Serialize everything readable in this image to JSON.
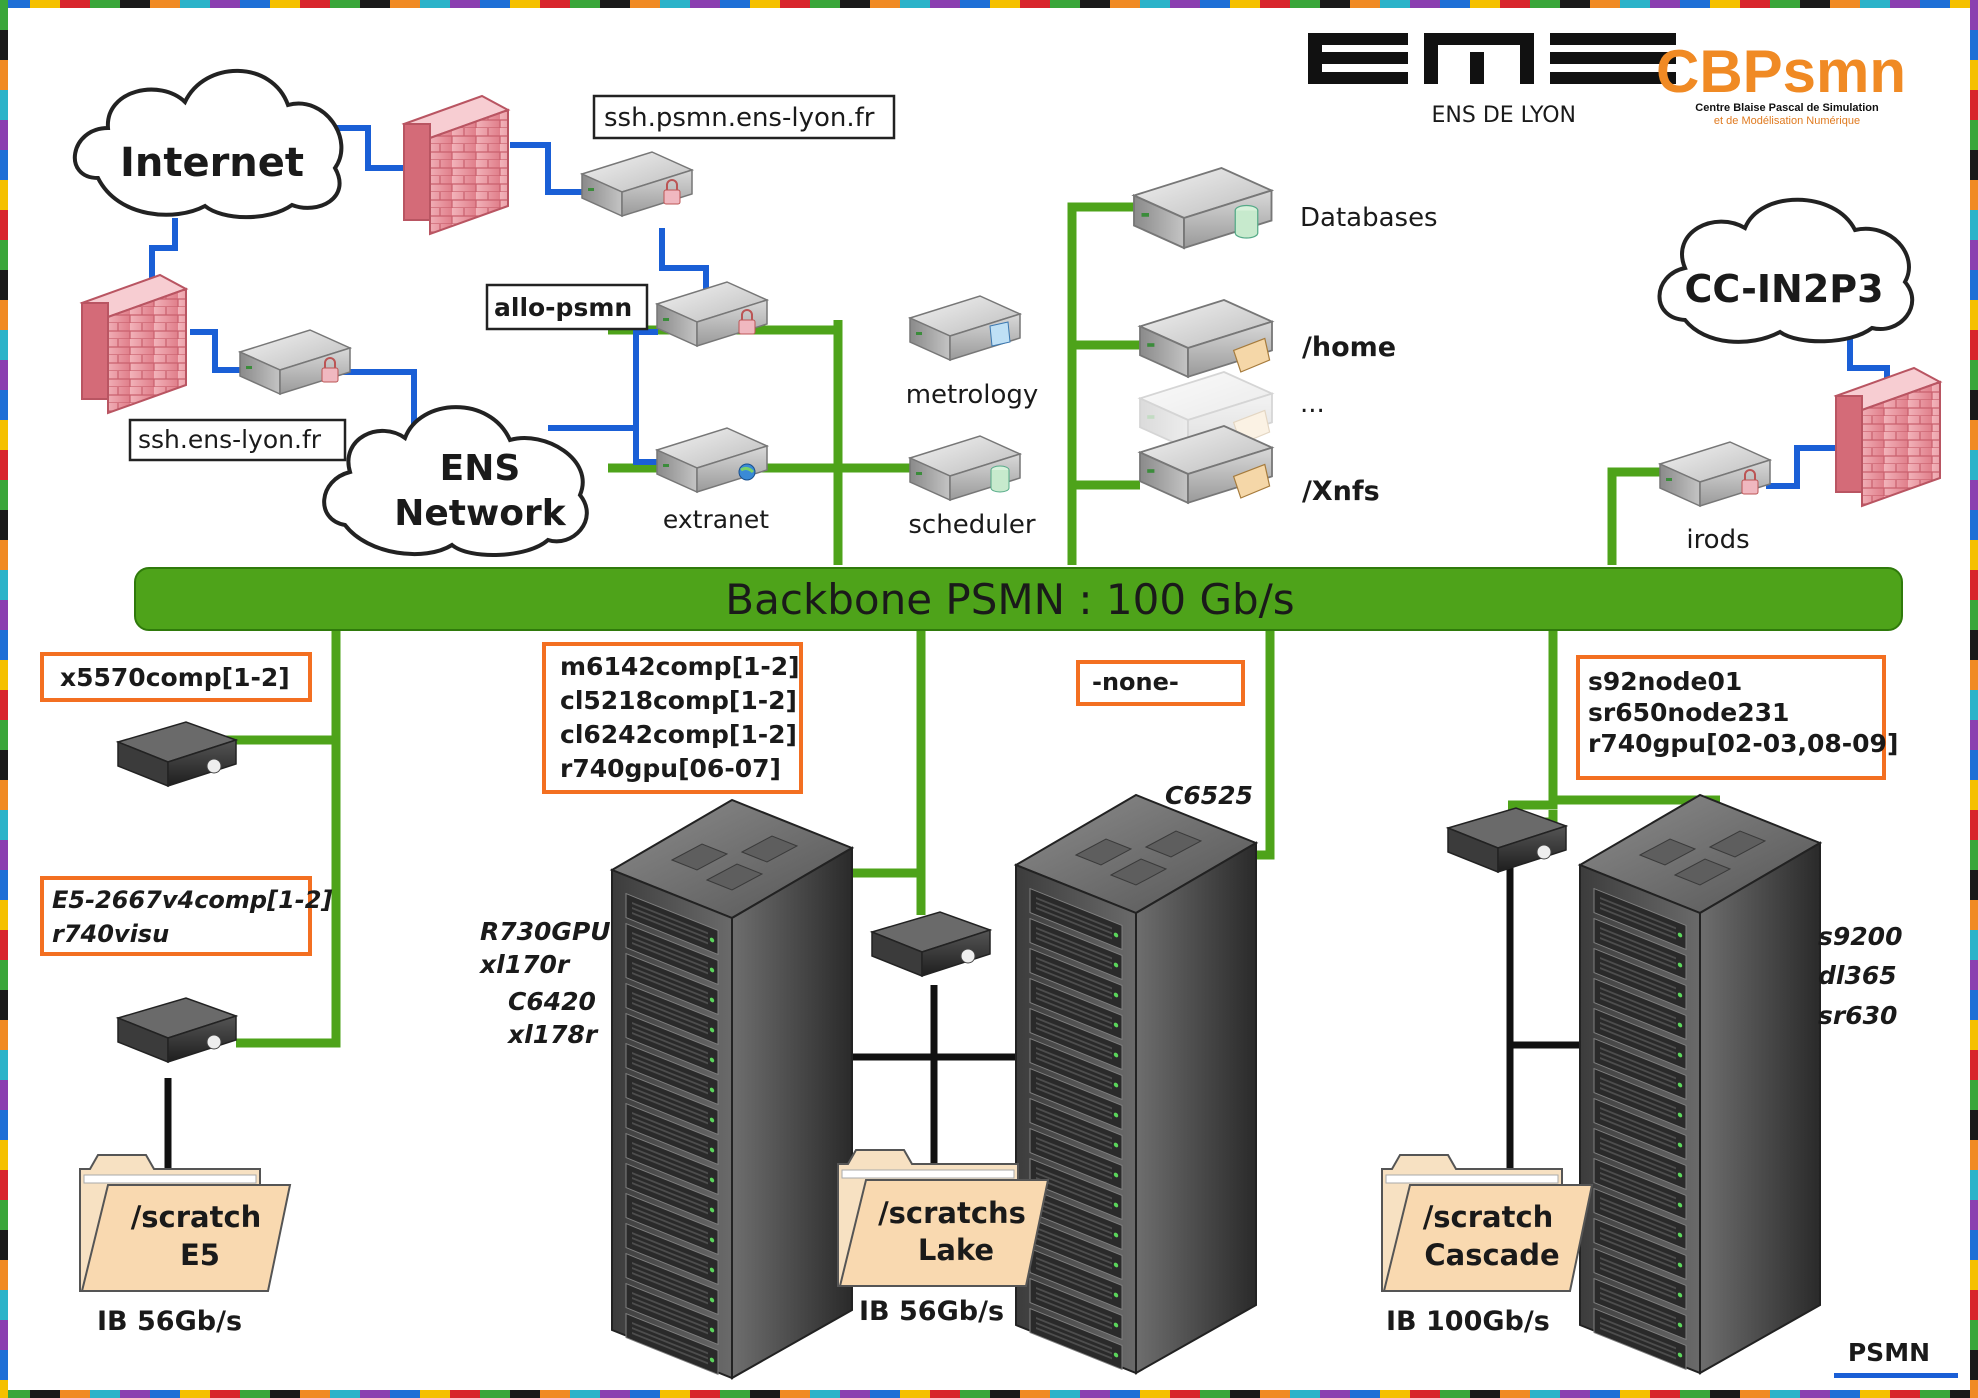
{
  "header": {
    "ens_logo_text": "ENS DE LYON",
    "cbp_logo_text": "CBPsmn",
    "cbp_subtitle_line1": "Centre Blaise Pascal de Simulation",
    "cbp_subtitle_line2": "et de Modélisation Numérique"
  },
  "clouds": {
    "internet": "Internet",
    "ens_network_line1": "ENS",
    "ens_network_line2": "Network",
    "cc_in2p3": "CC-IN2P3"
  },
  "hosts": {
    "ssh_psmn": "ssh.psmn.ens-lyon.fr",
    "ssh_ens": "ssh.ens-lyon.fr",
    "allo_psmn": "allo-psmn",
    "extranet": "extranet",
    "metrology": "metrology",
    "scheduler": "scheduler",
    "databases": "Databases",
    "home": "/home",
    "ellipsis": "...",
    "xnfs": "/Xnfs",
    "irods": "irods"
  },
  "backbone": {
    "label": "Backbone PSMN : 100 Gb/s"
  },
  "clusters": {
    "e5": {
      "login_box": "x5570comp[1-2]",
      "compute_box_line1": "E5-2667v4comp[1-2]",
      "compute_box_line2": "r740visu",
      "scratch_line1": "/scratch",
      "scratch_line2": "E5",
      "ib": "IB 56Gb/s"
    },
    "lake": {
      "login_lines": [
        "m6142comp[1-2]",
        "cl5218comp[1-2]",
        "cl6242comp[1-2]",
        "r740gpu[06-07]"
      ],
      "rack_labels": [
        "R730GPU",
        "xl170r",
        "C6420",
        "xl178r"
      ],
      "scratch_line1": "/scratchs",
      "scratch_line2": "Lake",
      "ib": "IB 56Gb/s"
    },
    "c6525": {
      "login_box": "-none-",
      "rack_label": "C6525"
    },
    "cascade": {
      "login_lines": [
        "s92node01",
        "sr650node231",
        "r740gpu[02-03,08-09]"
      ],
      "rack_labels": [
        "s9200",
        "dl365",
        "sr630"
      ],
      "scratch_line1": "/scratch",
      "scratch_line2": "Cascade",
      "ib": "IB 100Gb/s"
    }
  },
  "footer": {
    "psmn": "PSMN"
  },
  "colors": {
    "backbone_green": "#4ea31a",
    "link_blue": "#1a5fd6",
    "box_orange": "#f36f21",
    "firewall_pink": "#e98b96"
  }
}
